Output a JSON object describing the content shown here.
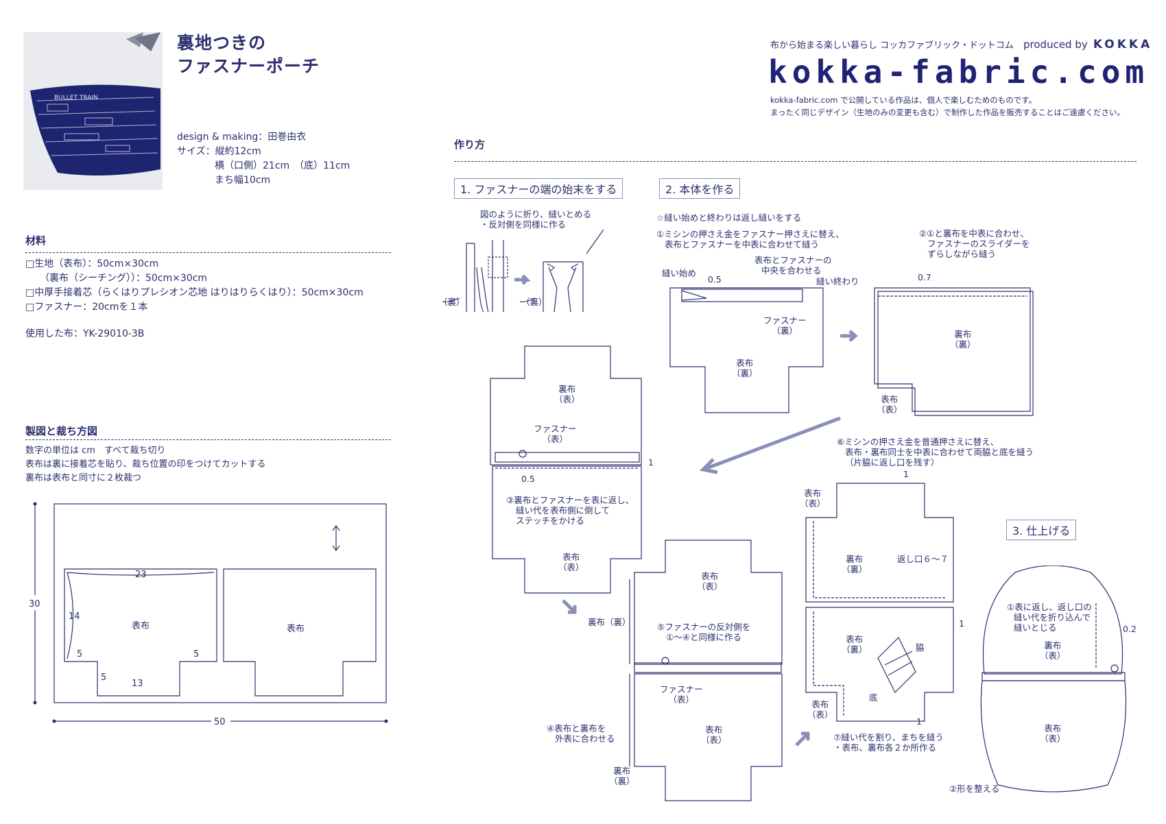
{
  "header": {
    "title_line1": "裏地つきの",
    "title_line2": "ファスナーポーチ",
    "designer": "design & making：田巻由衣",
    "size_line1": "サイズ：縦約12cm",
    "size_line2": "横（口側）21cm　（底）11cm",
    "size_line3": "まち幅10cm"
  },
  "brand": {
    "tagline": "布から始まる楽しい暮らし コッカファブリック・ドットコム",
    "produced_by": "produced by",
    "company": "KOKKA",
    "logo_text": "kokka-fabric.com",
    "notice1": "kokka-fabric.com で公開している作品は、個人で楽しむためのものです。",
    "notice2": "まったく同じデザイン（生地のみの変更も含む）で制作した作品を販売することはご遠慮ください。"
  },
  "materials": {
    "heading": "材料",
    "items": [
      "□生地（表布）：50cm×30cm",
      "　　（裏布（シーチング））：50cm×30cm",
      "□中厚手接着芯（らくはりプレシオン芯地 はりはりらくはり）：50cm×30cm",
      "□ファスナー：20cmを１本"
    ],
    "fabric_used": "使用した布：YK-29010-3B"
  },
  "pattern": {
    "heading": "製図と裁ち方図",
    "notes": [
      "数字の単位は cm　すべて裁ち切り",
      "表布は裏に接着芯を貼り、裁ち位置の印をつけてカットする",
      "裏布は表布と同寸に２枚裁つ"
    ],
    "dim_height": "30",
    "dim_width": "50",
    "piece_label": "表布",
    "dim_top": "23",
    "dim_side": "14",
    "dim_corner": "5",
    "dim_bottom": "13"
  },
  "howto": {
    "heading": "作り方",
    "step1": "1. ファスナーの端の始末をする",
    "step1_note1": "図のように折り、縫いとめる",
    "step1_note2": "・反対側を同様に作る",
    "back": "（裏）",
    "step2": "2. 本体を作る",
    "step2_note": "☆縫い始めと終わりは返し縫いをする",
    "s2_1a": "①ミシンの押さえ金をファスナー押さえに替え、",
    "s2_1b": "表布とファスナーを中表に合わせて縫う",
    "center_a": "表布とファスナーの",
    "center_b": "中央を合わせる",
    "sew_start": "縫い始め",
    "sew_end": "縫い終わり",
    "d05": "0.5",
    "d07": "0.7",
    "d1": "1",
    "d02": "0.2",
    "zipper": "ファスナー",
    "ura": "（裏）",
    "omote": "（表）",
    "omotenuno": "表布",
    "uranuno": "裏布",
    "s2_2a": "②①と裏布を中表に合わせ、",
    "s2_2b": "ファスナーのスライダーを",
    "s2_2c": "ずらしながら縫う",
    "s2_3a": "③裏布とファスナーを表に返し、",
    "s2_3b": "縫い代を表布側に倒して",
    "s2_3c": "ステッチをかける",
    "s2_4a": "④表布と裏布を",
    "s2_4b": "外表に合わせる",
    "s2_5a": "⑤ファスナーの反対側を",
    "s2_5b": "①～④と同様に作る",
    "uranuno_ura": "裏布（裏）",
    "s2_6a": "⑥ミシンの押さえ金を普通押さえに替え、",
    "s2_6b": "表布・裏布同士を中表に合わせて両脇と底を縫う",
    "s2_6c": "（片脇に返し口を残す）",
    "return_opening": "返し口６～７",
    "side": "脇",
    "bottom": "底",
    "s2_7a": "⑦縫い代を割り、まちを縫う",
    "s2_7b": "・表布、裏布各２か所作る",
    "step3": "3. 仕上げる",
    "s3_1a": "①表に返し、返し口の",
    "s3_1b": "縫い代を折り込んで",
    "s3_1c": "縫いとじる",
    "s3_2": "②形を整える"
  }
}
